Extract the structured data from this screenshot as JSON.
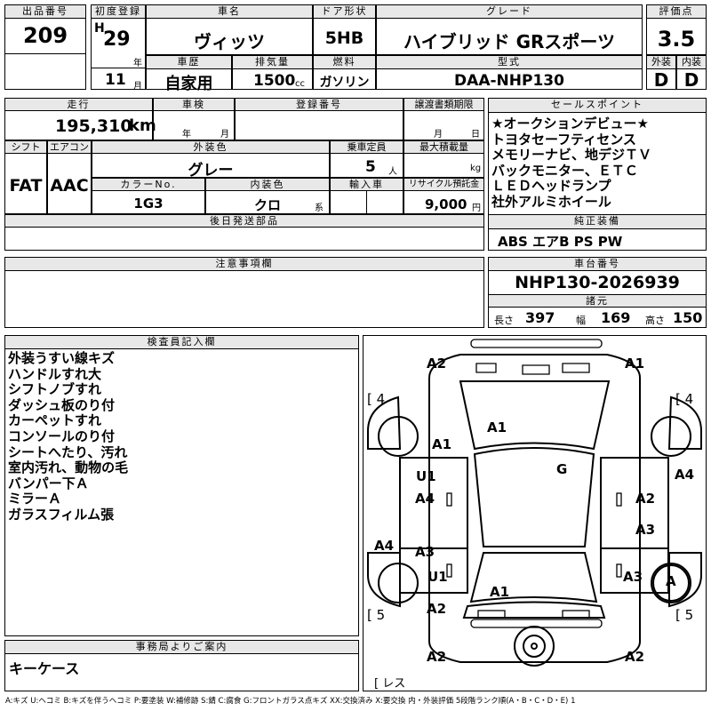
{
  "header": {
    "lot_label": "出品番号",
    "lot": "209",
    "reg_label": "初度登録",
    "era": "H",
    "year": "29",
    "year_unit": "年",
    "month": "11",
    "month_unit": "月",
    "name_label": "車名",
    "name": "ヴィッツ",
    "door_label": "ドア形状",
    "door": "5HB",
    "grade_label": "グレード",
    "grade": "ハイブリッド GRスポーツ",
    "score_label": "評価点",
    "score": "3.5",
    "history_label": "車歴",
    "history": "自家用",
    "disp_label": "排気量",
    "disp": "1500",
    "disp_unit": "cc",
    "fuel_label": "燃料",
    "fuel": "ガソリン",
    "model_label": "型式",
    "model": "DAA-NHP130",
    "ext_label": "外装",
    "ext": "D",
    "int_label": "内装",
    "int": "D"
  },
  "row2": {
    "mileage_label": "走行",
    "mileage": "195,310",
    "mileage_unit": "km",
    "inspection_label": "車検",
    "year_unit": "年",
    "month_unit": "月",
    "regno_label": "登録番号",
    "transfer_label": "譲渡書類期限",
    "day_unit": "日",
    "shift_label": "シフト",
    "shift": "FAT",
    "ac_label": "エアコン",
    "ac": "AAC",
    "color_label": "外装色",
    "color": "グレー",
    "capacity_label": "乗車定員",
    "capacity": "5",
    "capacity_unit": "人",
    "load_label": "最大積載量",
    "load_unit": "kg",
    "colorno_label": "カラーNo.",
    "colorno": "1G3",
    "interior_label": "内装色",
    "interior": "クロ",
    "interior_unit": "系",
    "import_label": "輸入車",
    "recycle_label": "リサイクル預託金",
    "recycle": "9,000",
    "recycle_unit": "円",
    "later_label": "後日発送部品"
  },
  "sales": {
    "label": "セールスポイント",
    "lines": [
      "★オークションデビュー★",
      "トヨタセーフティセンス",
      "メモリーナビ、地デジＴＶ",
      "バックモニター、ＥＴＣ",
      "ＬＥＤヘッドランプ",
      "社外アルミホイール"
    ],
    "equip_label": "純正装備",
    "equip": "ABS エアB PS PW"
  },
  "notes": {
    "label": "注意事項欄"
  },
  "chassis": {
    "label": "車台番号",
    "value": "NHP130-2026939",
    "spec_label": "諸元",
    "len_label": "長さ",
    "len": "397",
    "wid_label": "幅",
    "wid": "169",
    "hgt_label": "高さ",
    "hgt": "150"
  },
  "inspector": {
    "label": "検査員記入欄",
    "lines": [
      "外装うすい線キズ",
      "ハンドルすれ大",
      "シフトノブすれ",
      "ダッシュ板のり付",
      "カーペットすれ",
      "コンソールのり付",
      "シートへたり、汚れ",
      "室内汚れ、動物の毛",
      "バンパー下Ａ",
      "ミラーＡ",
      "ガラスフィルム張"
    ]
  },
  "diagram": {
    "tl": "A2",
    "tr": "A1",
    "left_num": "[ 4",
    "right_num": "[ 4",
    "hood": "A1",
    "fender_l": "A1",
    "roof": "G",
    "door_lf_u": "U1",
    "door_lf": "A4",
    "door_rf": "A2",
    "fender_r": "A4",
    "door_lr_a3": "A3",
    "door_rr": "A3",
    "quarter_l": "A4",
    "u1_rear": "U1",
    "a3_rear": "A3",
    "trunk": "A1",
    "wheel_rr": "A",
    "rear_l": "A2",
    "bl_num": "[ 5",
    "br_num": "[ 5",
    "bottom_l": "A2",
    "bottom_r": "A2",
    "spare": "[ レス"
  },
  "office": {
    "label": "事務局よりご案内",
    "text": "キーケース"
  },
  "legend": "A:キズ U:ヘコミ B:キズを伴うヘコミ P:要塗装 W:補修跡 S:錆 C:腐食 G:フロントガラス点キズ XX:交換済み X:要交換 内・外装評価 5段階ランク順(A・B・C・D・E) 1"
}
